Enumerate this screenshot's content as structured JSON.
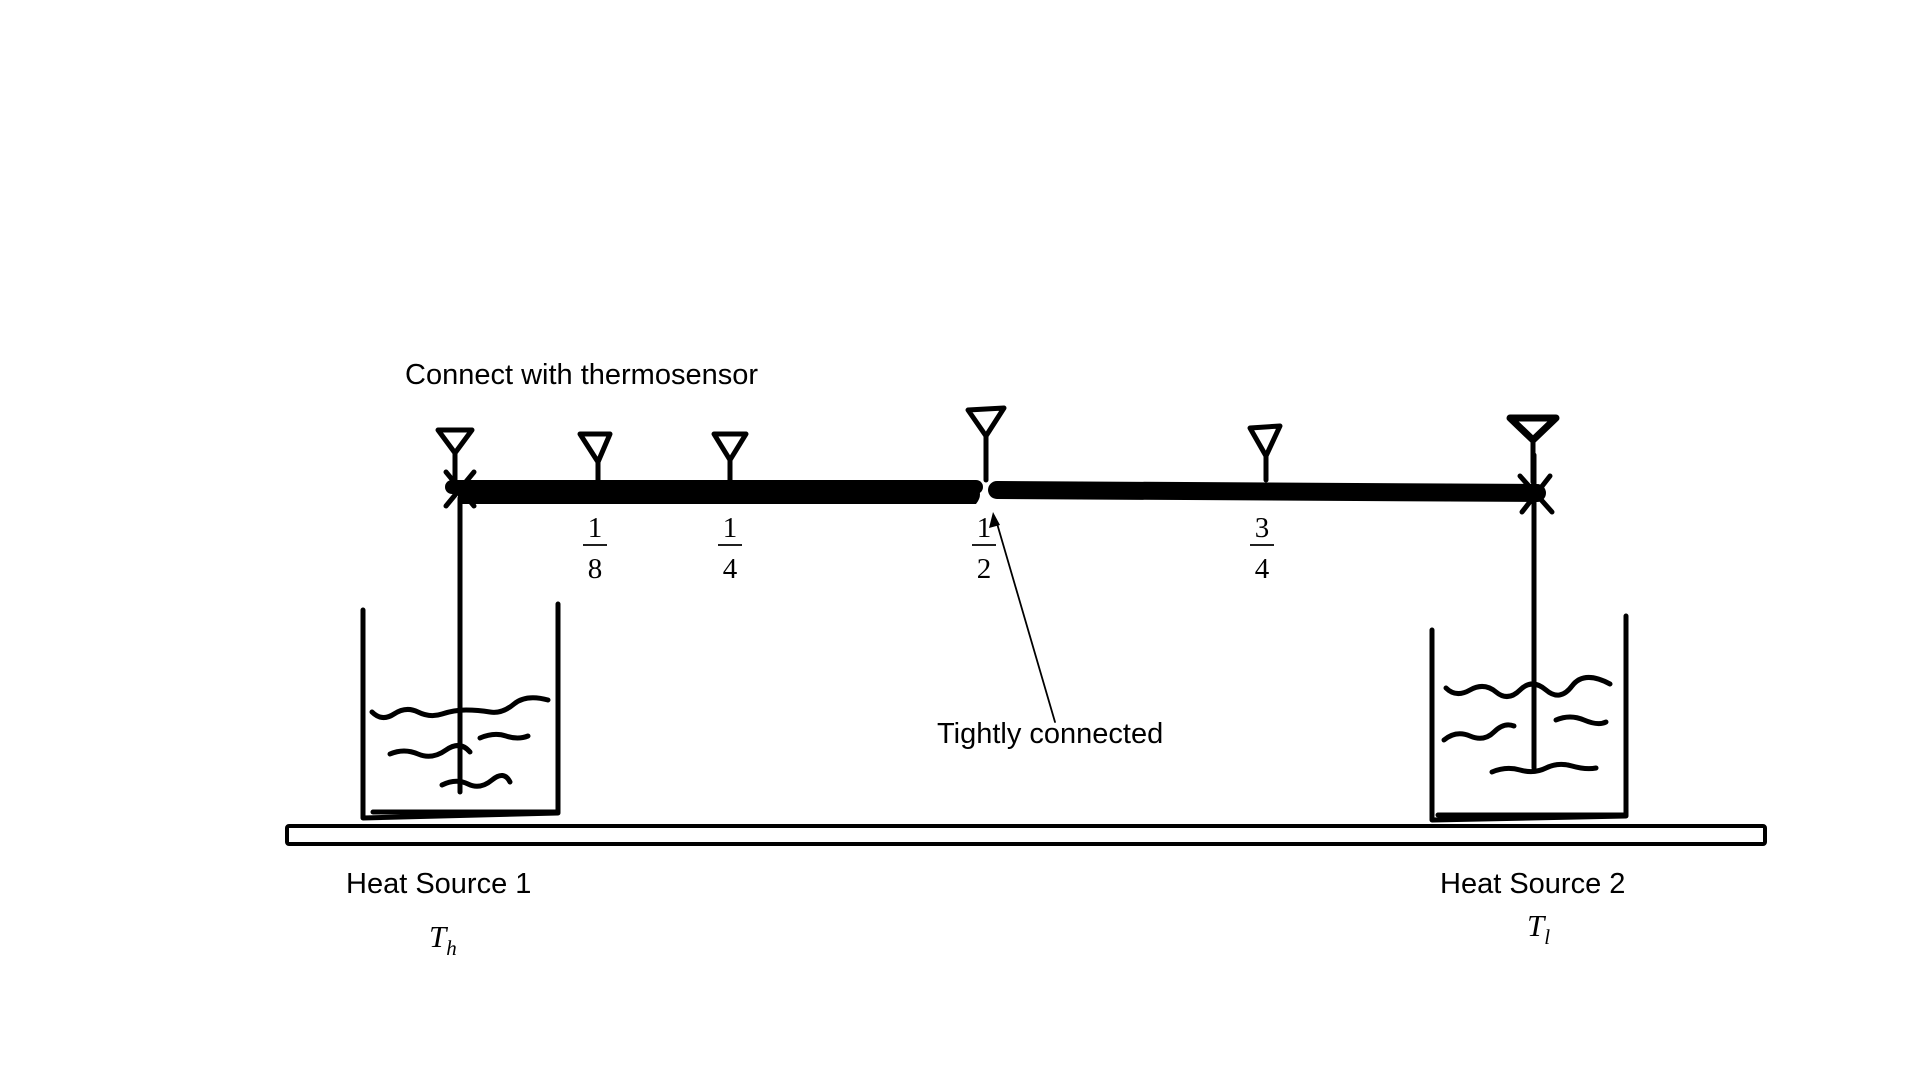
{
  "labels": {
    "thermosensor_note": "Connect with thermosensor",
    "connection_note": "Tightly connected",
    "source1_name": "Heat Source 1",
    "source1_temp_base": "T",
    "source1_temp_sub": "h",
    "source2_name": "Heat Source 2",
    "source2_temp_base": "T",
    "source2_temp_sub": "l"
  },
  "positions": [
    {
      "numerator": "1",
      "denominator": "8"
    },
    {
      "numerator": "1",
      "denominator": "4"
    },
    {
      "numerator": "1",
      "denominator": "2"
    },
    {
      "numerator": "3",
      "denominator": "4"
    }
  ],
  "colors": {
    "ink": "#000000",
    "background": "#ffffff"
  }
}
